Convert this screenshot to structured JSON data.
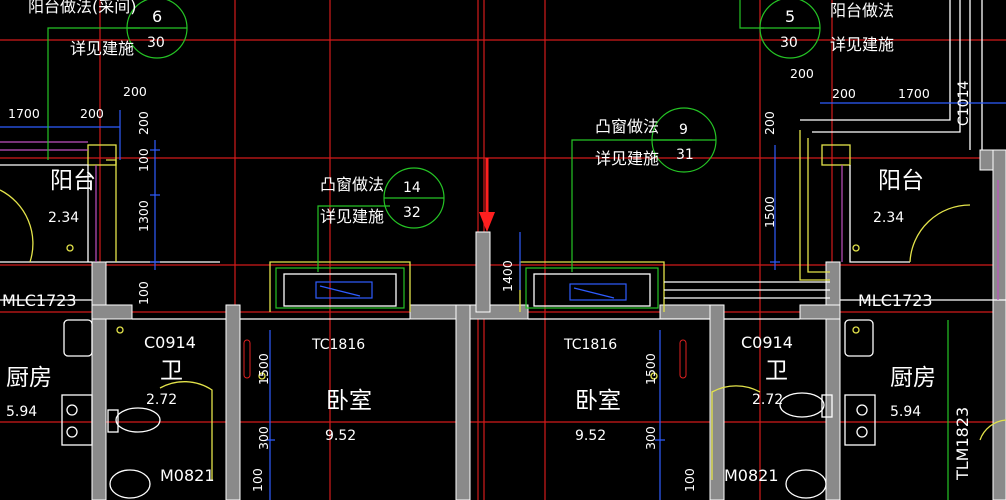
{
  "top_notes": {
    "left_title": "阳台做法(采间)",
    "left_detail": "详见建施",
    "left_num_top": "6",
    "left_num_bot": "30",
    "right_num_top": "5",
    "right_num_bot": "30",
    "right_title": "阳台做法",
    "right_detail": "详见建施"
  },
  "bay_notes": {
    "left_title": "凸窗做法",
    "left_detail": "详见建施",
    "left_num_top": "14",
    "left_num_bot": "32",
    "right_title": "凸窗做法",
    "right_detail": "详见建施",
    "right_num_top": "9",
    "right_num_bot": "31"
  },
  "rooms": {
    "balcony_left": "阳台",
    "balcony_left_area": "2.34",
    "balcony_right": "阳台",
    "balcony_right_area": "2.34",
    "kitchen_left": "厨房",
    "kitchen_left_area": "5.94",
    "kitchen_right": "厨房",
    "kitchen_right_area": "5.94",
    "bath_left": "卫",
    "bath_left_area": "2.72",
    "bath_right": "卫",
    "bath_right_area": "2.72",
    "bed_left": "卧室",
    "bed_left_area": "9.52",
    "bed_right": "卧室",
    "bed_right_area": "9.52"
  },
  "codes": {
    "mlc_left": "MLC1723",
    "mlc_right": "MLC1723",
    "c_left": "C0914",
    "c_right": "C0914",
    "tc_left": "TC1816",
    "tc_right": "TC1816",
    "m_left": "M0821",
    "m_right": "M0821",
    "tlm_right": "TLM1823",
    "c1014": "C1014"
  },
  "dims": {
    "d1700_left": "1700",
    "d200_left_a": "200",
    "d200_left_b": "200",
    "d200_left_v": "200",
    "d100_left_a": "100",
    "d1300": "1300",
    "d100_left_b": "100",
    "d200_right_a": "200",
    "d200_right_b": "200",
    "d1700_right": "1700",
    "d200_right_v": "200",
    "d1500_right": "1500",
    "d1400_center": "1400",
    "d1500_bed_left": "1500",
    "d300_bed_left": "300",
    "d100_bed_left": "100",
    "d1500_bed_right": "1500",
    "d300_bed_right": "300",
    "d100_bed_right": "100"
  }
}
